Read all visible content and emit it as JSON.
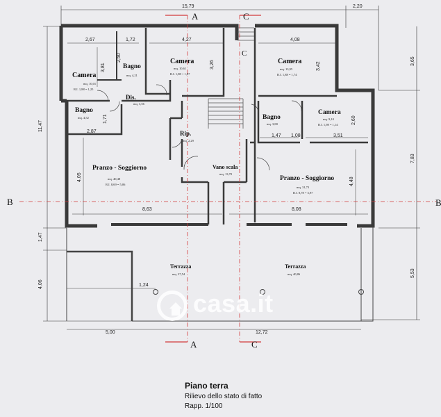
{
  "section_labels": {
    "a": "A",
    "c": "C",
    "b": "B",
    "b_right": "B"
  },
  "dims": {
    "total_width": "15,79",
    "right_offset": "2,20",
    "camera1_w": "2,67",
    "bagno1_w": "1,72",
    "camera2_w": "4,27",
    "camera3_w": "4,08",
    "camera1_h": "3,81",
    "bagno1_h": "2,50",
    "camera2_h": "3,26",
    "camera3_h": "3,42",
    "left_total": "11,47",
    "right_upper": "3,65",
    "right_mid": "7,83",
    "right_lower": "5,53",
    "bagno2_h": "1,71",
    "bagno2_w": "2,87",
    "bagno3_w1": "1,47",
    "bagno3_w2": "1,08",
    "camera4_w": "3,51",
    "camera4_h": "2,60",
    "pranzo1_h": "4,05",
    "pranzo1_w": "8,63",
    "pranzo2_w": "8,08",
    "pranzo2_h": "4,48",
    "left_147": "1,47",
    "left_406": "4,06",
    "terr_124": "1,24",
    "bottom_500": "5,00",
    "bottom_1272": "12,72"
  },
  "rooms": {
    "camera1": {
      "name": "Camera",
      "mq": "mq. 10,01",
      "ri": "R.I. 1,88 = 1,25"
    },
    "bagno1": {
      "name": "Bagno",
      "mq": "mq. 4,21"
    },
    "camera2": {
      "name": "Camera",
      "mq": "mq. 10,61",
      "ri": "R.I. 1,88 = 1,87"
    },
    "camera3": {
      "name": "Camera",
      "mq": "mq. 13,95",
      "ri": "R.I. 1,88 = 1,74"
    },
    "dis": {
      "name": "Dis.",
      "mq": "mq. 3,56"
    },
    "bagno2": {
      "name": "Bagno",
      "mq": "mq. 4,52"
    },
    "bagno3": {
      "name": "Bagno",
      "mq": "mq. 3,80"
    },
    "camera4": {
      "name": "Camera",
      "mq": "mq. 9,10",
      "ri": "R.I. 1,98 = 1,14"
    },
    "rip": {
      "name": "Rip.",
      "mq": "mq. 2,29"
    },
    "vano_scala": {
      "name": "Vano scala",
      "mq": "mq. 13,70"
    },
    "pranzo1": {
      "name": "Pranzo - Soggiorno",
      "mq": "mq. 40,48",
      "ri": "R.I. 8,69 = 5,06"
    },
    "pranzo2": {
      "name": "Pranzo - Soggiorno",
      "mq": "mq. 31,73",
      "ri": "R.I. 8,78 = 3,97"
    },
    "terrazza1": {
      "name": "Terrazza",
      "mq": "mq. 37,54"
    },
    "terrazza2": {
      "name": "Terrazza",
      "mq": "mq. 40,86"
    }
  },
  "caption": {
    "title": "Piano terra",
    "subtitle": "Rilievo dello stato di fatto",
    "scale": "Rapp. 1/100"
  },
  "watermark": {
    "text": "casa.it"
  },
  "colors": {
    "wall": "#3a3a3a",
    "section_line": "#d23a3a",
    "background": "#ececef"
  }
}
